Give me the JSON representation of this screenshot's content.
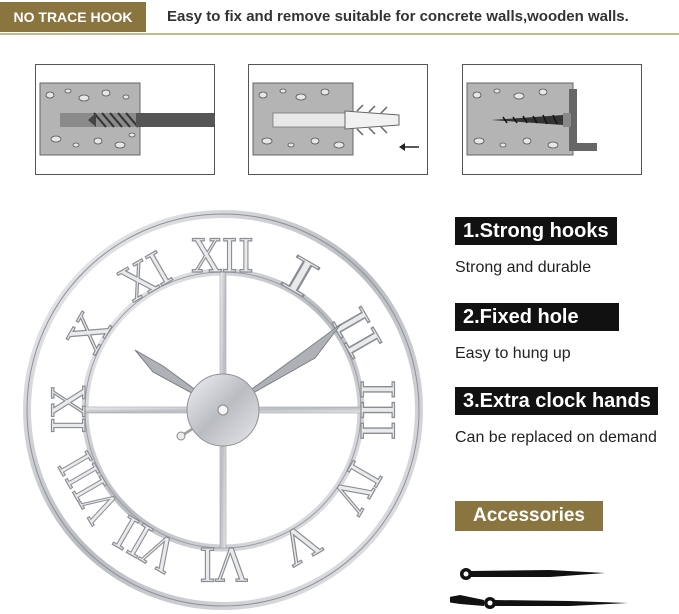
{
  "header": {
    "badge": "NO TRACE HOOK",
    "text": "Easy to fix and remove suitable for concrete walls,wooden walls."
  },
  "features": [
    {
      "title": "1.Strong hooks",
      "desc": "Strong and durable"
    },
    {
      "title": "2.Fixed hole",
      "desc": "Easy to hung up"
    },
    {
      "title": "3.Extra clock hands",
      "desc": "Can be replaced on demand"
    }
  ],
  "accessories": {
    "label": "Accessories"
  },
  "clock": {
    "numerals": [
      "XII",
      "I",
      "II",
      "III",
      "IV",
      "V",
      "VI",
      "VII",
      "VIII",
      "IX",
      "X",
      "XI"
    ]
  },
  "colors": {
    "accent": "#8a7440",
    "title_bg": "#111111",
    "clock_silver": "#c9cbcf"
  }
}
